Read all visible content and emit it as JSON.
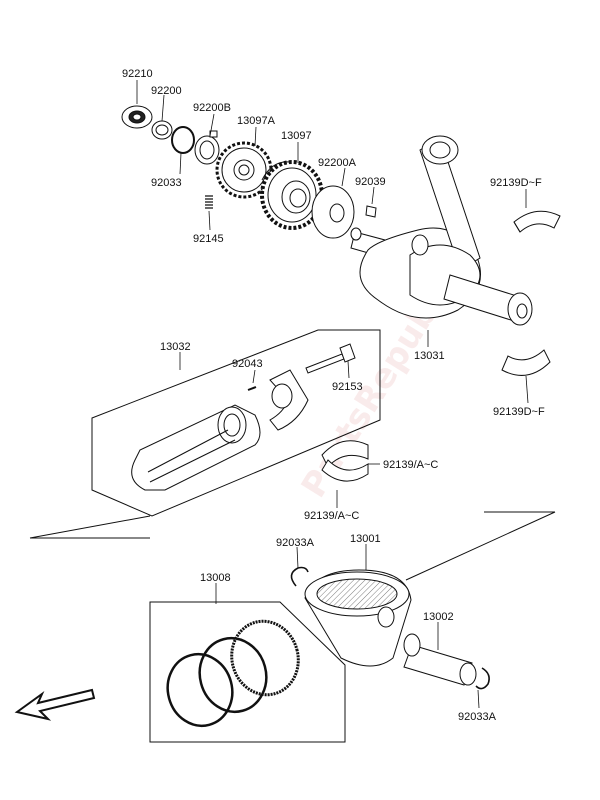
{
  "watermark": "PartsRepublik",
  "labels": {
    "p92210": "92210",
    "p92200": "92200",
    "p92200B": "92200B",
    "p13097A": "13097A",
    "p13097": "13097",
    "p92033": "92033",
    "p92200A": "92200A",
    "p92039": "92039",
    "p92139DF_top": "92139D~F",
    "p92145": "92145",
    "p13032": "13032",
    "p92043": "92043",
    "p92153": "92153",
    "p13031": "13031",
    "p92139DF_bot": "92139D~F",
    "p92139AC_r": "92139/A~C",
    "p92139AC_b": "92139/A~C",
    "p92033A_top": "92033A",
    "p13001": "13001",
    "p13008": "13008",
    "p13002": "13002",
    "p92033A_bot": "92033A"
  },
  "icons": {
    "direction_arrow": "front-direction-arrow-icon"
  }
}
